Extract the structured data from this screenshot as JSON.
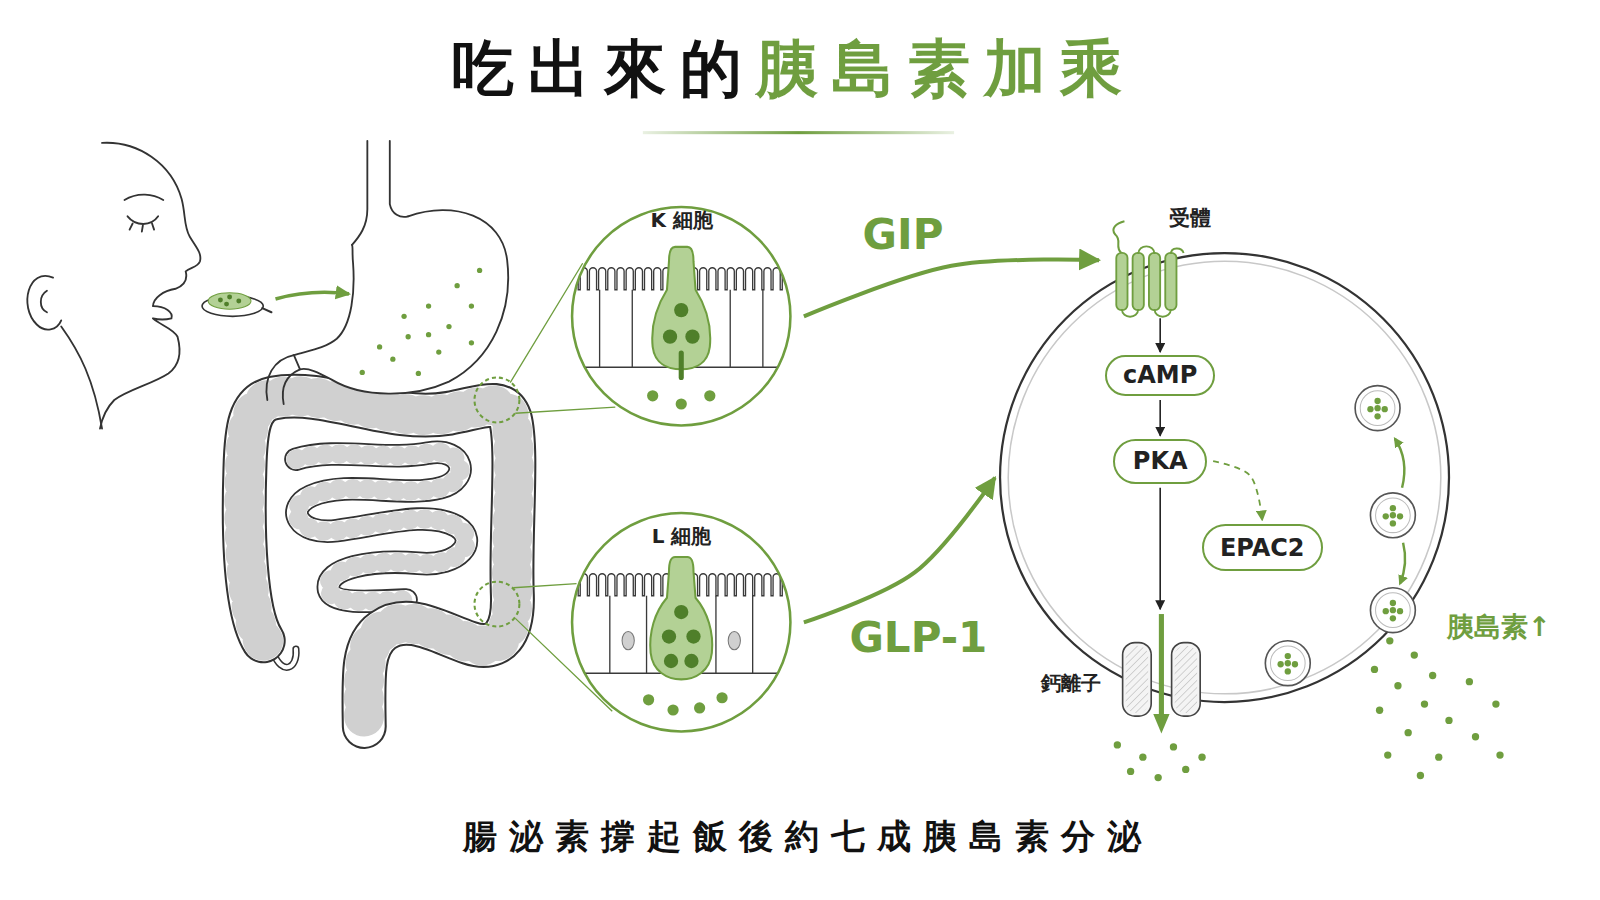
{
  "diagram": {
    "title": "吃出來的胰島素加乘",
    "caption": "腸泌素撐起飯後約七成胰島素分泌",
    "nodes": [
      {
        "text": [
          "K 細胞"
        ]
      },
      {
        "text": [
          "L 細胞"
        ]
      },
      {
        "text": [
          "胰島素↑"
        ]
      },
      {
        "text": [
          "受體"
        ],
        "in": 2
      },
      {
        "text": [
          "cAMP"
        ],
        "in": 2
      },
      {
        "text": [
          "PKA"
        ],
        "in": 2
      },
      {
        "text": [
          "EPAC2"
        ],
        "in": 2
      },
      {
        "text": [
          "鈣離子"
        ],
        "in": 2
      }
    ],
    "edges": [
      {
        "from": 0,
        "to": 3,
        "label": "GIP",
        "arrow": "to"
      },
      {
        "from": 1,
        "to": 2,
        "label": "GLP-1",
        "arrow": "to"
      },
      {
        "from": 3,
        "to": 4,
        "arrow": "to"
      },
      {
        "from": 4,
        "to": 5,
        "arrow": "to"
      },
      {
        "from": 5,
        "to": 6,
        "arrow": "to"
      },
      {
        "from": 5,
        "to": 7,
        "arrow": "to"
      }
    ]
  }
}
